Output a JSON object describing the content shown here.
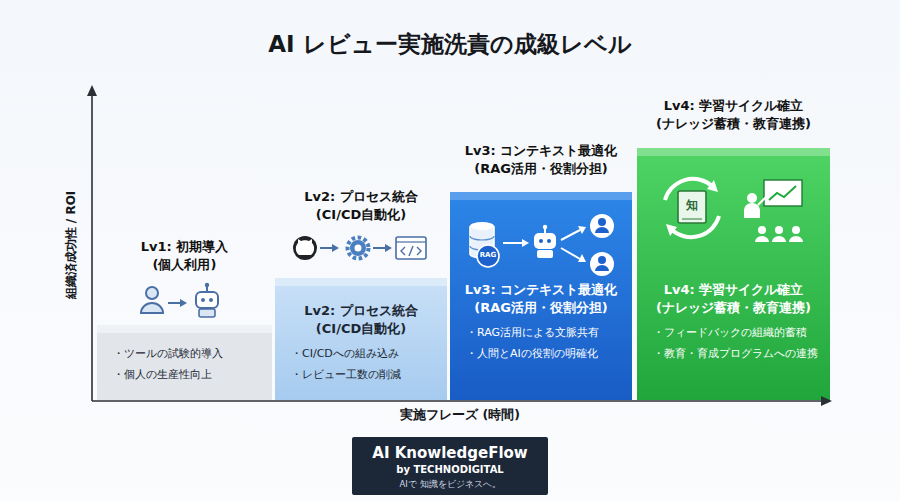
{
  "diagram": {
    "title": "AI レビュー実施洗責の成級レベル",
    "nodes": [
      {
        "text": [
          "Lv1: 初期導入 (個人利用)",
          "・ツールの試験的導入",
          "・個人の生産性向上"
        ]
      },
      {
        "text": [
          "Lv2: プロセス統合 (CI/CD自動化)",
          "Lv2: プロセス統合 (CI/CD自動化)",
          "・CI/CDへの組み込み",
          "・レビュー工数の削減"
        ]
      },
      {
        "text": [
          "Lv3: コンテキスト最適化 (RAG活用・役割分担)",
          "Lv3: コンテキスト最適化 (RAG活用・役割分担)",
          "・RAG活用による文脈共有",
          "・人間とAIの役割の明確化"
        ]
      },
      {
        "text": [
          "Lv4: 学習サイクル確立 (ナレッジ蓄積・教育連携)",
          "Lv4: 学習サイクル確立 (ナレッジ蓄積・教育連携)",
          "・フィードバックの組織的蓄積",
          "・教育・育成プログラムへの連携"
        ]
      },
      {
        "text": [
          "AI KnowledgeFlow",
          "by TECHNODIGITAL",
          "AIで 知識をビジネスへ。"
        ]
      }
    ],
    "labels": [
      "組織済成功性 / ROI",
      "実施フレーズ (時間)",
      "RAG",
      "知"
    ]
  }
}
